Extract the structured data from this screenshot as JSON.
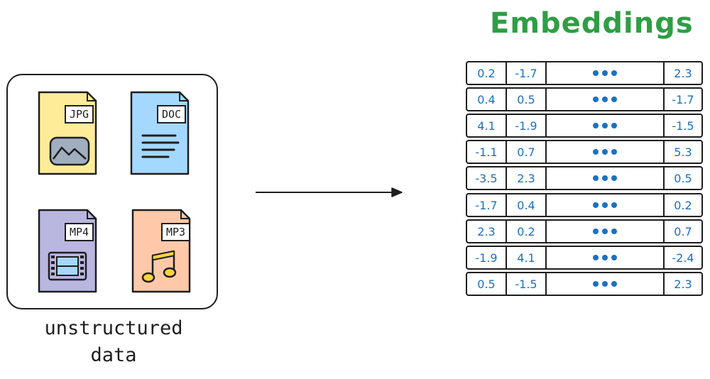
{
  "colors": {
    "title": "#2f9e44",
    "numbers": "#1971c2",
    "stroke": "#1e1e1e",
    "jpg_fill": "#ffec99",
    "doc_fill": "#a5d8ff",
    "mp4_fill": "#b9b6e0",
    "mp3_fill": "#ffc9a9"
  },
  "files": [
    {
      "label": "JPG",
      "icon": "image-icon"
    },
    {
      "label": "DOC",
      "icon": "text-lines-icon"
    },
    {
      "label": "MP4",
      "icon": "film-icon"
    },
    {
      "label": "MP3",
      "icon": "music-note-icon"
    }
  ],
  "caption": {
    "line1": "unstructured",
    "line2": "data"
  },
  "embeddings": {
    "title": "Embeddings",
    "rows": [
      [
        "0.2",
        "-1.7",
        "2.3"
      ],
      [
        "0.4",
        "0.5",
        "-1.7"
      ],
      [
        "4.1",
        "-1.9",
        "-1.5"
      ],
      [
        "-1.1",
        "0.7",
        "5.3"
      ],
      [
        "-3.5",
        "2.3",
        "0.5"
      ],
      [
        "-1.7",
        "0.4",
        "0.2"
      ],
      [
        "2.3",
        "0.2",
        "0.7"
      ],
      [
        "-1.9",
        "4.1",
        "-2.4"
      ],
      [
        "0.5",
        "-1.5",
        "2.3"
      ]
    ]
  }
}
